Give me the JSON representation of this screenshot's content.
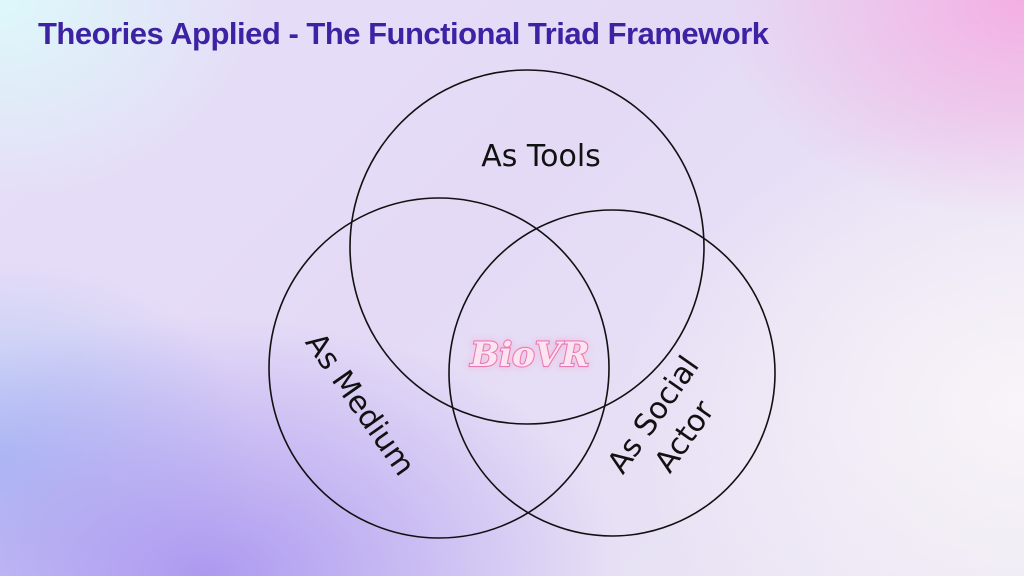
{
  "title": "Theories Applied - The Functional Triad Framework",
  "diagram": {
    "sets": [
      {
        "label": "As Tools"
      },
      {
        "label": "As Medium"
      },
      {
        "label_lines": [
          "As Social",
          "Actor"
        ]
      }
    ],
    "center_label": "BioVR",
    "colors": {
      "title": "#3d23a3",
      "center_fill": "#fde4f0",
      "center_outline": "#e87ab8"
    }
  }
}
